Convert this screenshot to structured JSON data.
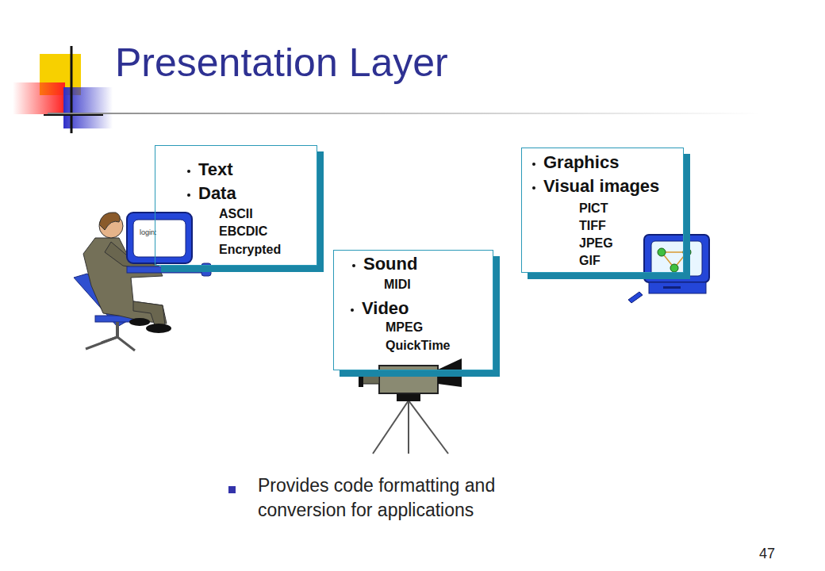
{
  "diagram": {
    "title": "Presentation Layer",
    "nodes": [
      {
        "text": [
          "Text",
          "Data",
          "ASCII",
          "EBCDIC",
          "Encrypted"
        ]
      },
      {
        "text": [
          "Sound",
          "MIDI",
          "Video",
          "MPEG",
          "QuickTime"
        ]
      },
      {
        "text": [
          "Graphics",
          "Visual images",
          "PICT",
          "TIFF",
          "JPEG",
          "GIF"
        ]
      }
    ],
    "labels": [
      "login:",
      "Provides code formatting and conversion for applications",
      "47"
    ]
  }
}
